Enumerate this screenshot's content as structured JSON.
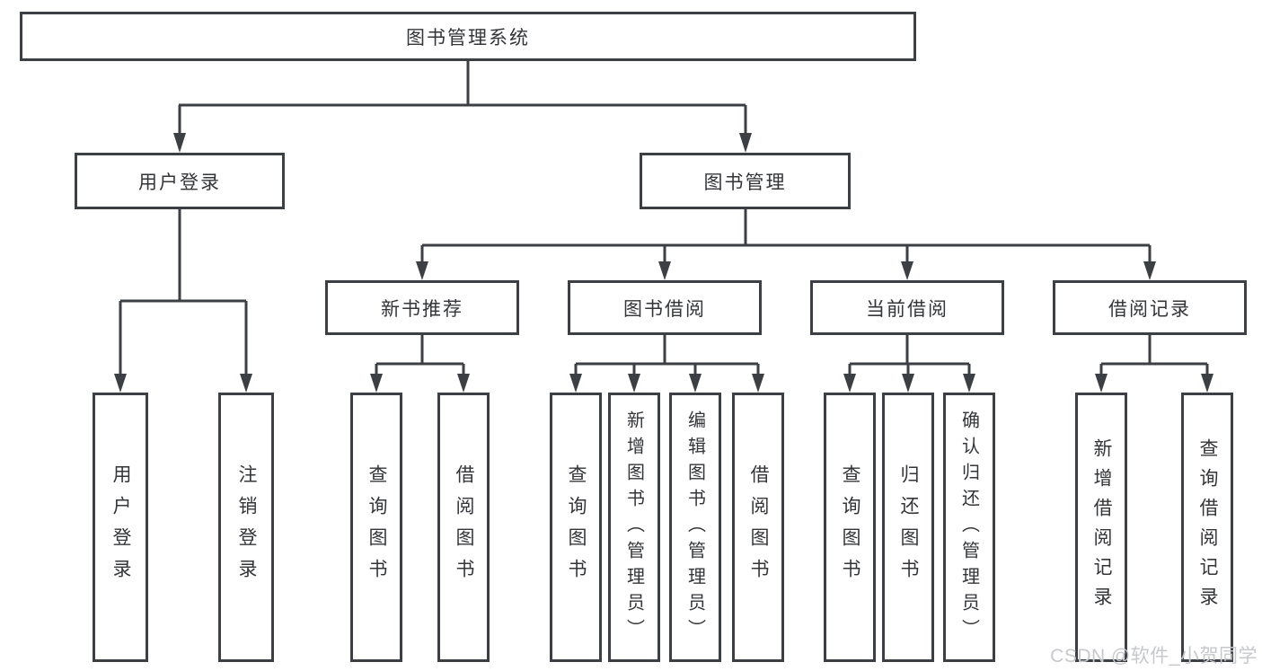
{
  "colors": {
    "line": "#3c3f44",
    "box_border": "#3c3f44",
    "text": "#333538",
    "background": "#ffffff",
    "watermark": "#c6c8cc"
  },
  "tree": {
    "root": {
      "label": "图书管理系统"
    },
    "branches": [
      {
        "label": "用户登录",
        "children": [
          "用户登录",
          "注销登录"
        ]
      },
      {
        "label": "图书管理",
        "sections": [
          {
            "label": "新书推荐",
            "children": [
              "查询图书",
              "借阅图书"
            ]
          },
          {
            "label": "图书借阅",
            "children": [
              "查询图书",
              "新增图书（管理员）",
              "编辑图书（管理员）",
              "借阅图书"
            ]
          },
          {
            "label": "当前借阅",
            "children": [
              "查询图书",
              "归还图书",
              "确认归还（管理员）"
            ]
          },
          {
            "label": "借阅记录",
            "children": [
              "新增借阅记录",
              "查询借阅记录"
            ]
          }
        ]
      }
    ]
  },
  "watermark": {
    "text": "CSDN @软件_小贺同学"
  }
}
